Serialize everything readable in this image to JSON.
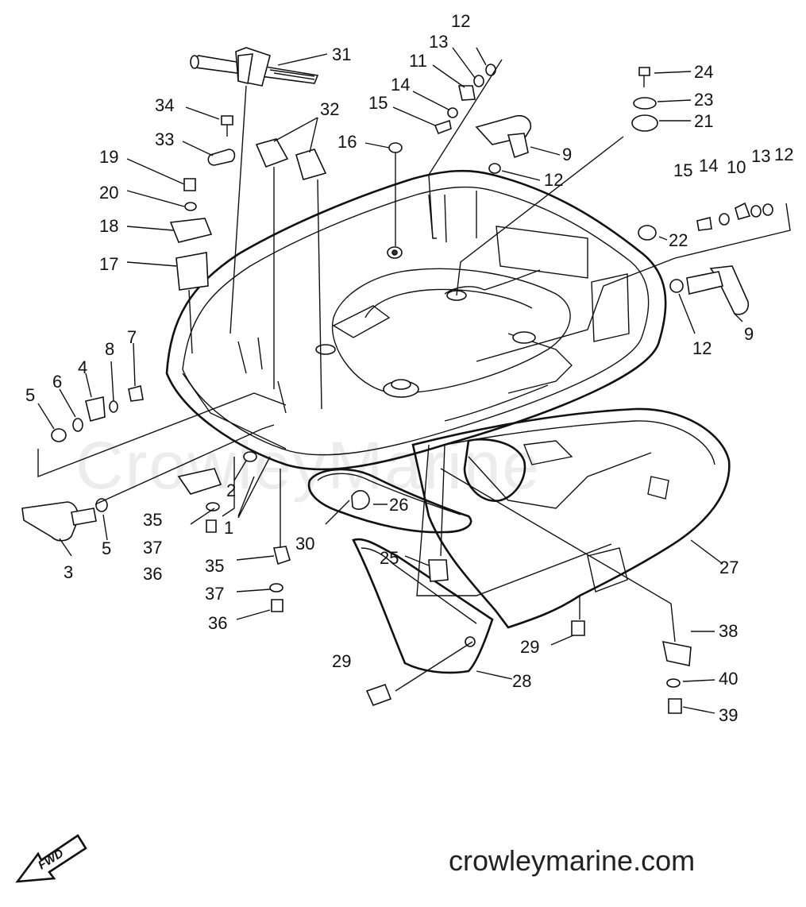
{
  "watermark": "CrowleyMarine",
  "site": "crowleymarine.com",
  "direction_badge": "FWD",
  "callouts": [
    {
      "id": "c31",
      "text": "31"
    },
    {
      "id": "c12a",
      "text": "12"
    },
    {
      "id": "c13a",
      "text": "13"
    },
    {
      "id": "c11",
      "text": "11"
    },
    {
      "id": "c14a",
      "text": "14"
    },
    {
      "id": "c15a",
      "text": "15"
    },
    {
      "id": "c24",
      "text": "24"
    },
    {
      "id": "c23",
      "text": "23"
    },
    {
      "id": "c21",
      "text": "21"
    },
    {
      "id": "c34",
      "text": "34"
    },
    {
      "id": "c32",
      "text": "32"
    },
    {
      "id": "c33",
      "text": "33"
    },
    {
      "id": "c16",
      "text": "16"
    },
    {
      "id": "c9a",
      "text": "9"
    },
    {
      "id": "c12b",
      "text": "12"
    },
    {
      "id": "c19",
      "text": "19"
    },
    {
      "id": "c20",
      "text": "20"
    },
    {
      "id": "c18",
      "text": "18"
    },
    {
      "id": "c17",
      "text": "17"
    },
    {
      "id": "c15b",
      "text": "15"
    },
    {
      "id": "c14b",
      "text": "14"
    },
    {
      "id": "c10",
      "text": "10"
    },
    {
      "id": "c13b",
      "text": "13"
    },
    {
      "id": "c12c",
      "text": "12"
    },
    {
      "id": "c22",
      "text": "22"
    },
    {
      "id": "c12d",
      "text": "12"
    },
    {
      "id": "c9b",
      "text": "9"
    },
    {
      "id": "c7",
      "text": "7"
    },
    {
      "id": "c8",
      "text": "8"
    },
    {
      "id": "c4",
      "text": "4"
    },
    {
      "id": "c6",
      "text": "6"
    },
    {
      "id": "c5a",
      "text": "5"
    },
    {
      "id": "c2",
      "text": "2"
    },
    {
      "id": "c1",
      "text": "1"
    },
    {
      "id": "c26",
      "text": "26"
    },
    {
      "id": "c30",
      "text": "30"
    },
    {
      "id": "c35a",
      "text": "35"
    },
    {
      "id": "c37a",
      "text": "37"
    },
    {
      "id": "c36a",
      "text": "36"
    },
    {
      "id": "c3",
      "text": "3"
    },
    {
      "id": "c5b",
      "text": "5"
    },
    {
      "id": "c35b",
      "text": "35"
    },
    {
      "id": "c37b",
      "text": "37"
    },
    {
      "id": "c36b",
      "text": "36"
    },
    {
      "id": "c25",
      "text": "25"
    },
    {
      "id": "c27",
      "text": "27"
    },
    {
      "id": "c38",
      "text": "38"
    },
    {
      "id": "c29a",
      "text": "29"
    },
    {
      "id": "c29b",
      "text": "29"
    },
    {
      "id": "c28",
      "text": "28"
    },
    {
      "id": "c40",
      "text": "40"
    },
    {
      "id": "c39",
      "text": "39"
    }
  ]
}
